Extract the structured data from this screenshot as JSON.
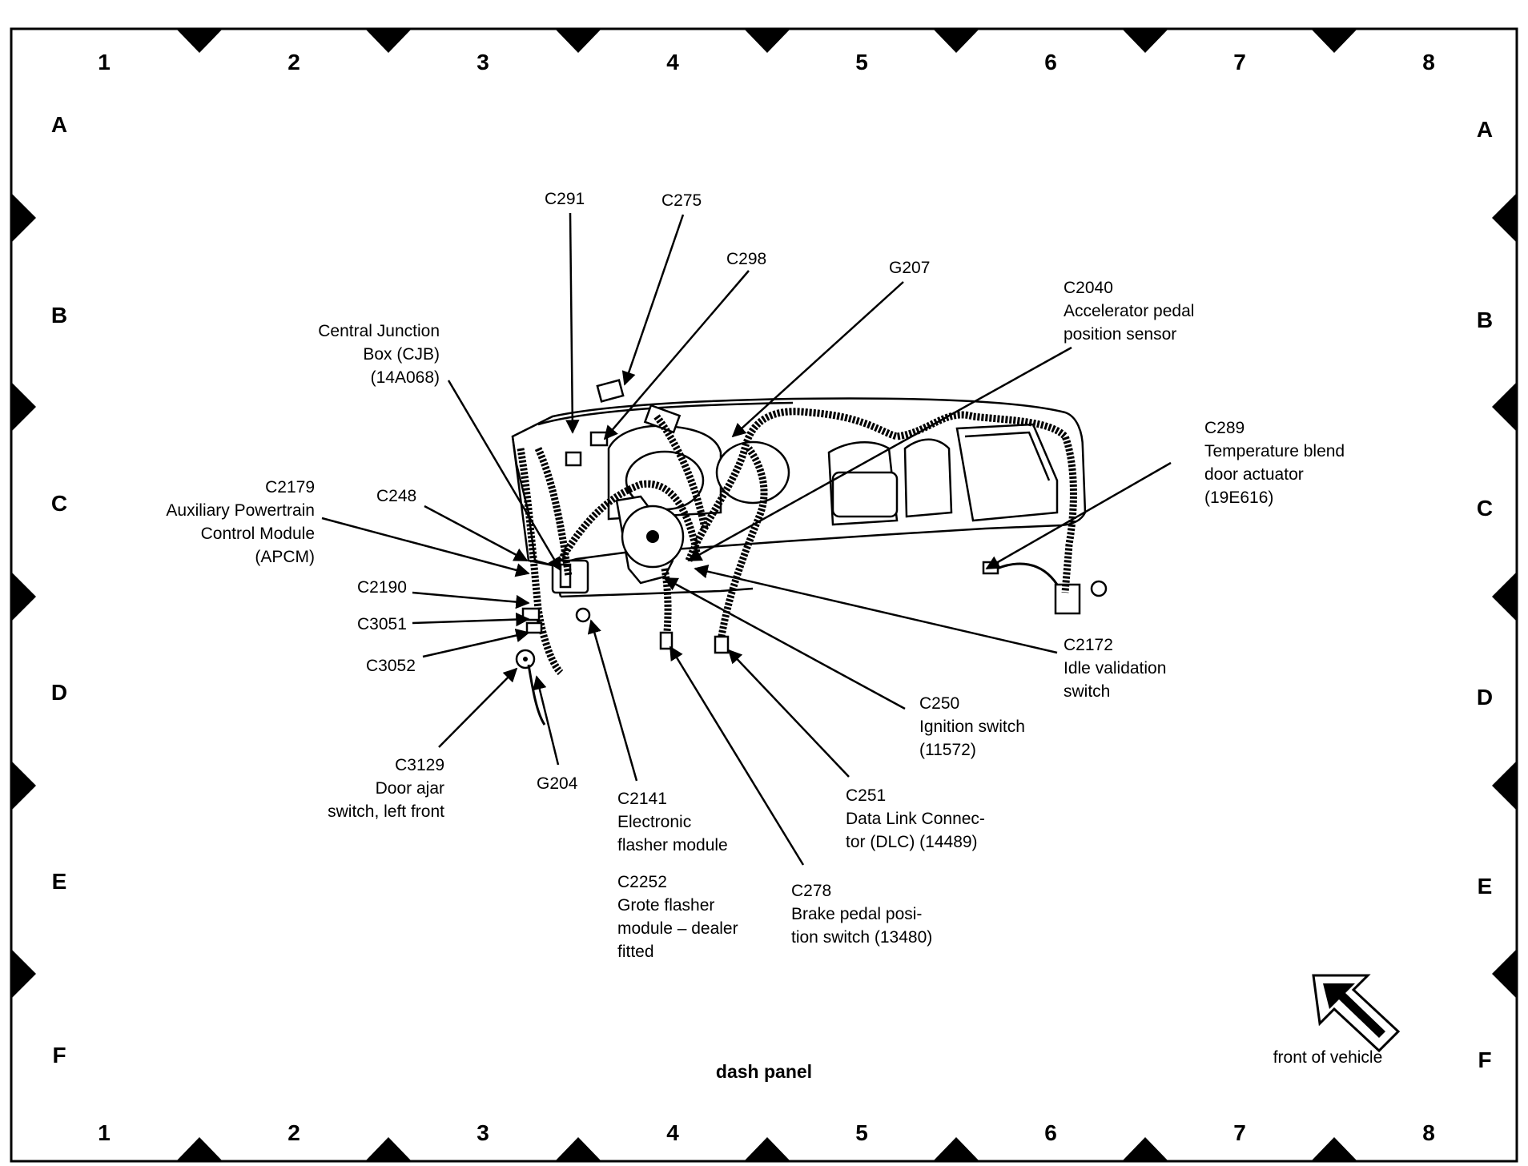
{
  "diagram": {
    "title": "dash panel",
    "orientation_label": "front of vehicle",
    "columns": [
      "1",
      "2",
      "3",
      "4",
      "5",
      "6",
      "7",
      "8"
    ],
    "rows": [
      "A",
      "B",
      "C",
      "D",
      "E",
      "F"
    ]
  },
  "callouts": {
    "c291": [
      "C291"
    ],
    "c275": [
      "C275"
    ],
    "c298": [
      "C298"
    ],
    "g207": [
      "G207"
    ],
    "c2040": [
      "C2040",
      "Accelerator pedal",
      "position sensor"
    ],
    "cjb": [
      "Central Junction",
      "Box (CJB)",
      "(14A068)"
    ],
    "c289": [
      "C289",
      "Temperature blend",
      "door actuator",
      "(19E616)"
    ],
    "c2179": [
      "C2179",
      "Auxiliary Powertrain",
      "Control Module",
      "(APCM)"
    ],
    "c248": [
      "C248"
    ],
    "c2190": [
      "C2190"
    ],
    "c3051": [
      "C3051"
    ],
    "c3052": [
      "C3052"
    ],
    "c2172": [
      "C2172",
      "Idle validation",
      "switch"
    ],
    "c250": [
      "C250",
      "Ignition switch",
      "(11572)"
    ],
    "c3129": [
      "C3129",
      "Door ajar",
      "switch, left front"
    ],
    "g204": [
      "G204"
    ],
    "c2141": [
      "C2141",
      "Electronic",
      "flasher module"
    ],
    "c251": [
      "C251",
      "Data Link Connec-",
      "tor (DLC) (14489)"
    ],
    "c2252": [
      "C2252",
      "Grote flasher",
      "module – dealer",
      "fitted"
    ],
    "c278": [
      "C278",
      "Brake pedal posi-",
      "tion switch (13480)"
    ]
  },
  "icons": {
    "orientation_arrow": "front-of-vehicle-arrow-icon"
  }
}
